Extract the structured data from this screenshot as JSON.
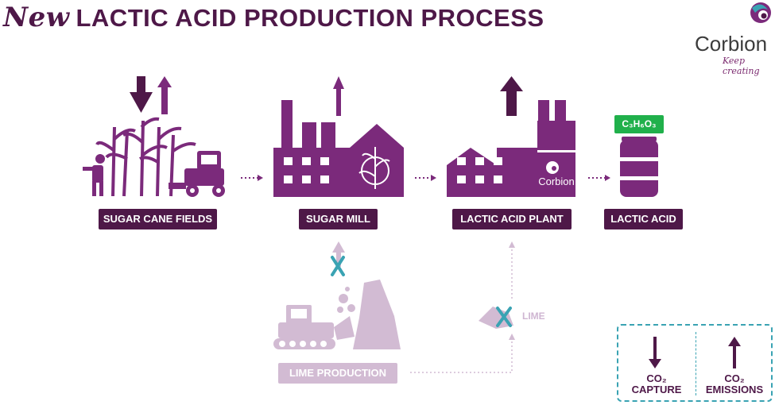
{
  "header": {
    "title_new": "New",
    "title_main": "LACTIC ACID PRODUCTION PROCESS"
  },
  "logo": {
    "name": "Corbion",
    "tagline": "Keep creating"
  },
  "process_steps": [
    {
      "label": "SUGAR CANE FIELDS"
    },
    {
      "label": "SUGAR MILL"
    },
    {
      "label": "LACTIC ACID PLANT"
    },
    {
      "label": "LACTIC ACID"
    }
  ],
  "plant_brand": "Corbion",
  "chemical_formula": "C₃H₆O₃",
  "lime_production_label": "LIME PRODUCTION",
  "lime_label": "LIME",
  "legend": {
    "capture_label_1": "CO₂",
    "capture_label_2": "CAPTURE",
    "emissions_label_1": "CO₂",
    "emissions_label_2": "EMISSIONS"
  },
  "colors": {
    "dark_purple": "#4e1848",
    "purple": "#7b2a7b",
    "light_purple": "#d2bbd3",
    "green": "#20b04b",
    "teal": "#3aa3b3"
  }
}
